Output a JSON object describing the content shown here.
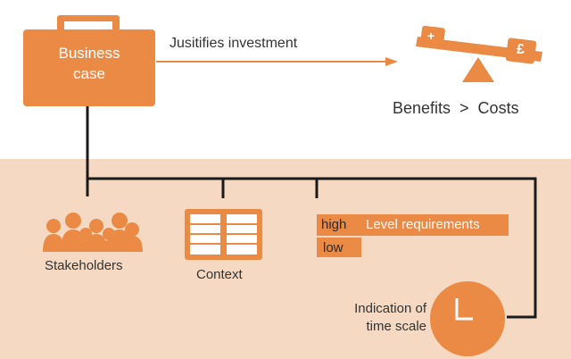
{
  "business_case": {
    "line1": "Business",
    "line2": "case"
  },
  "arrow_label": "Jusitifies investment",
  "benefits_costs": "Benefits  >  Costs",
  "scale_symbols": {
    "plus": "+",
    "pound": "£"
  },
  "stakeholders_label": "Stakeholders",
  "context_label": "Context",
  "levels": {
    "high": "high",
    "low": "low",
    "title": "Level requirements"
  },
  "time_scale": {
    "line1": "Indication of",
    "line2": "time scale"
  },
  "colors": {
    "accent": "#ea8a44",
    "band": "#f6d9c2",
    "line": "#1a1a1a",
    "text": "#333333"
  }
}
